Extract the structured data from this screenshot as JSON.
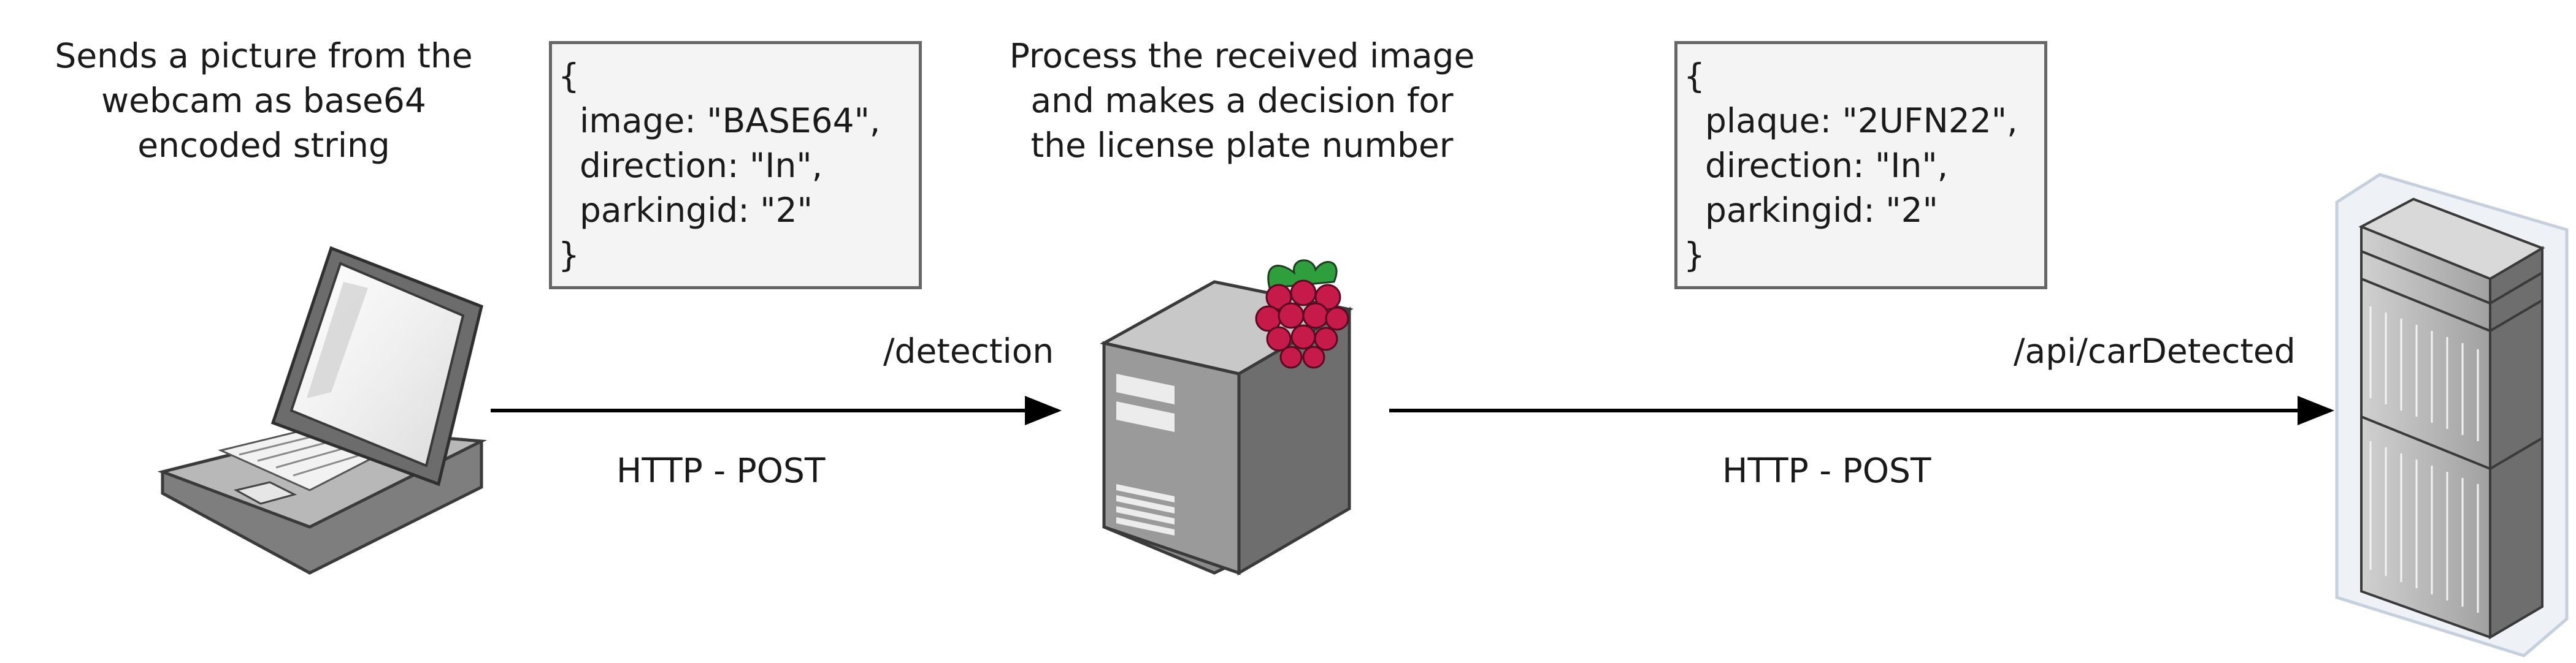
{
  "client": {
    "caption": "Sends a picture from the\nwebcam as base64\nencoded string"
  },
  "request": {
    "json_lines": [
      "{",
      "  image: \"BASE64\",",
      "  direction: \"In\",",
      "  parkingid: \"2\"",
      "}"
    ],
    "endpoint": "/detection",
    "method": "HTTP - POST"
  },
  "processor": {
    "caption": "Process the received image\nand makes a decision for\nthe license plate number"
  },
  "response": {
    "json_lines": [
      "{",
      "  plaque: \"2UFN22\",",
      "  direction: \"In\",",
      "  parkingid: \"2\"",
      "}"
    ],
    "endpoint": "/api/carDetected",
    "method": "HTTP - POST"
  },
  "icons": {
    "client": "laptop-icon",
    "processor": "raspberry-pi-server-icon",
    "backend": "server-rack-icon"
  },
  "colors": {
    "box_fill": "#f4f4f4",
    "box_border": "#666666",
    "arrow": "#000000",
    "raspberry": "#c51a4a"
  }
}
